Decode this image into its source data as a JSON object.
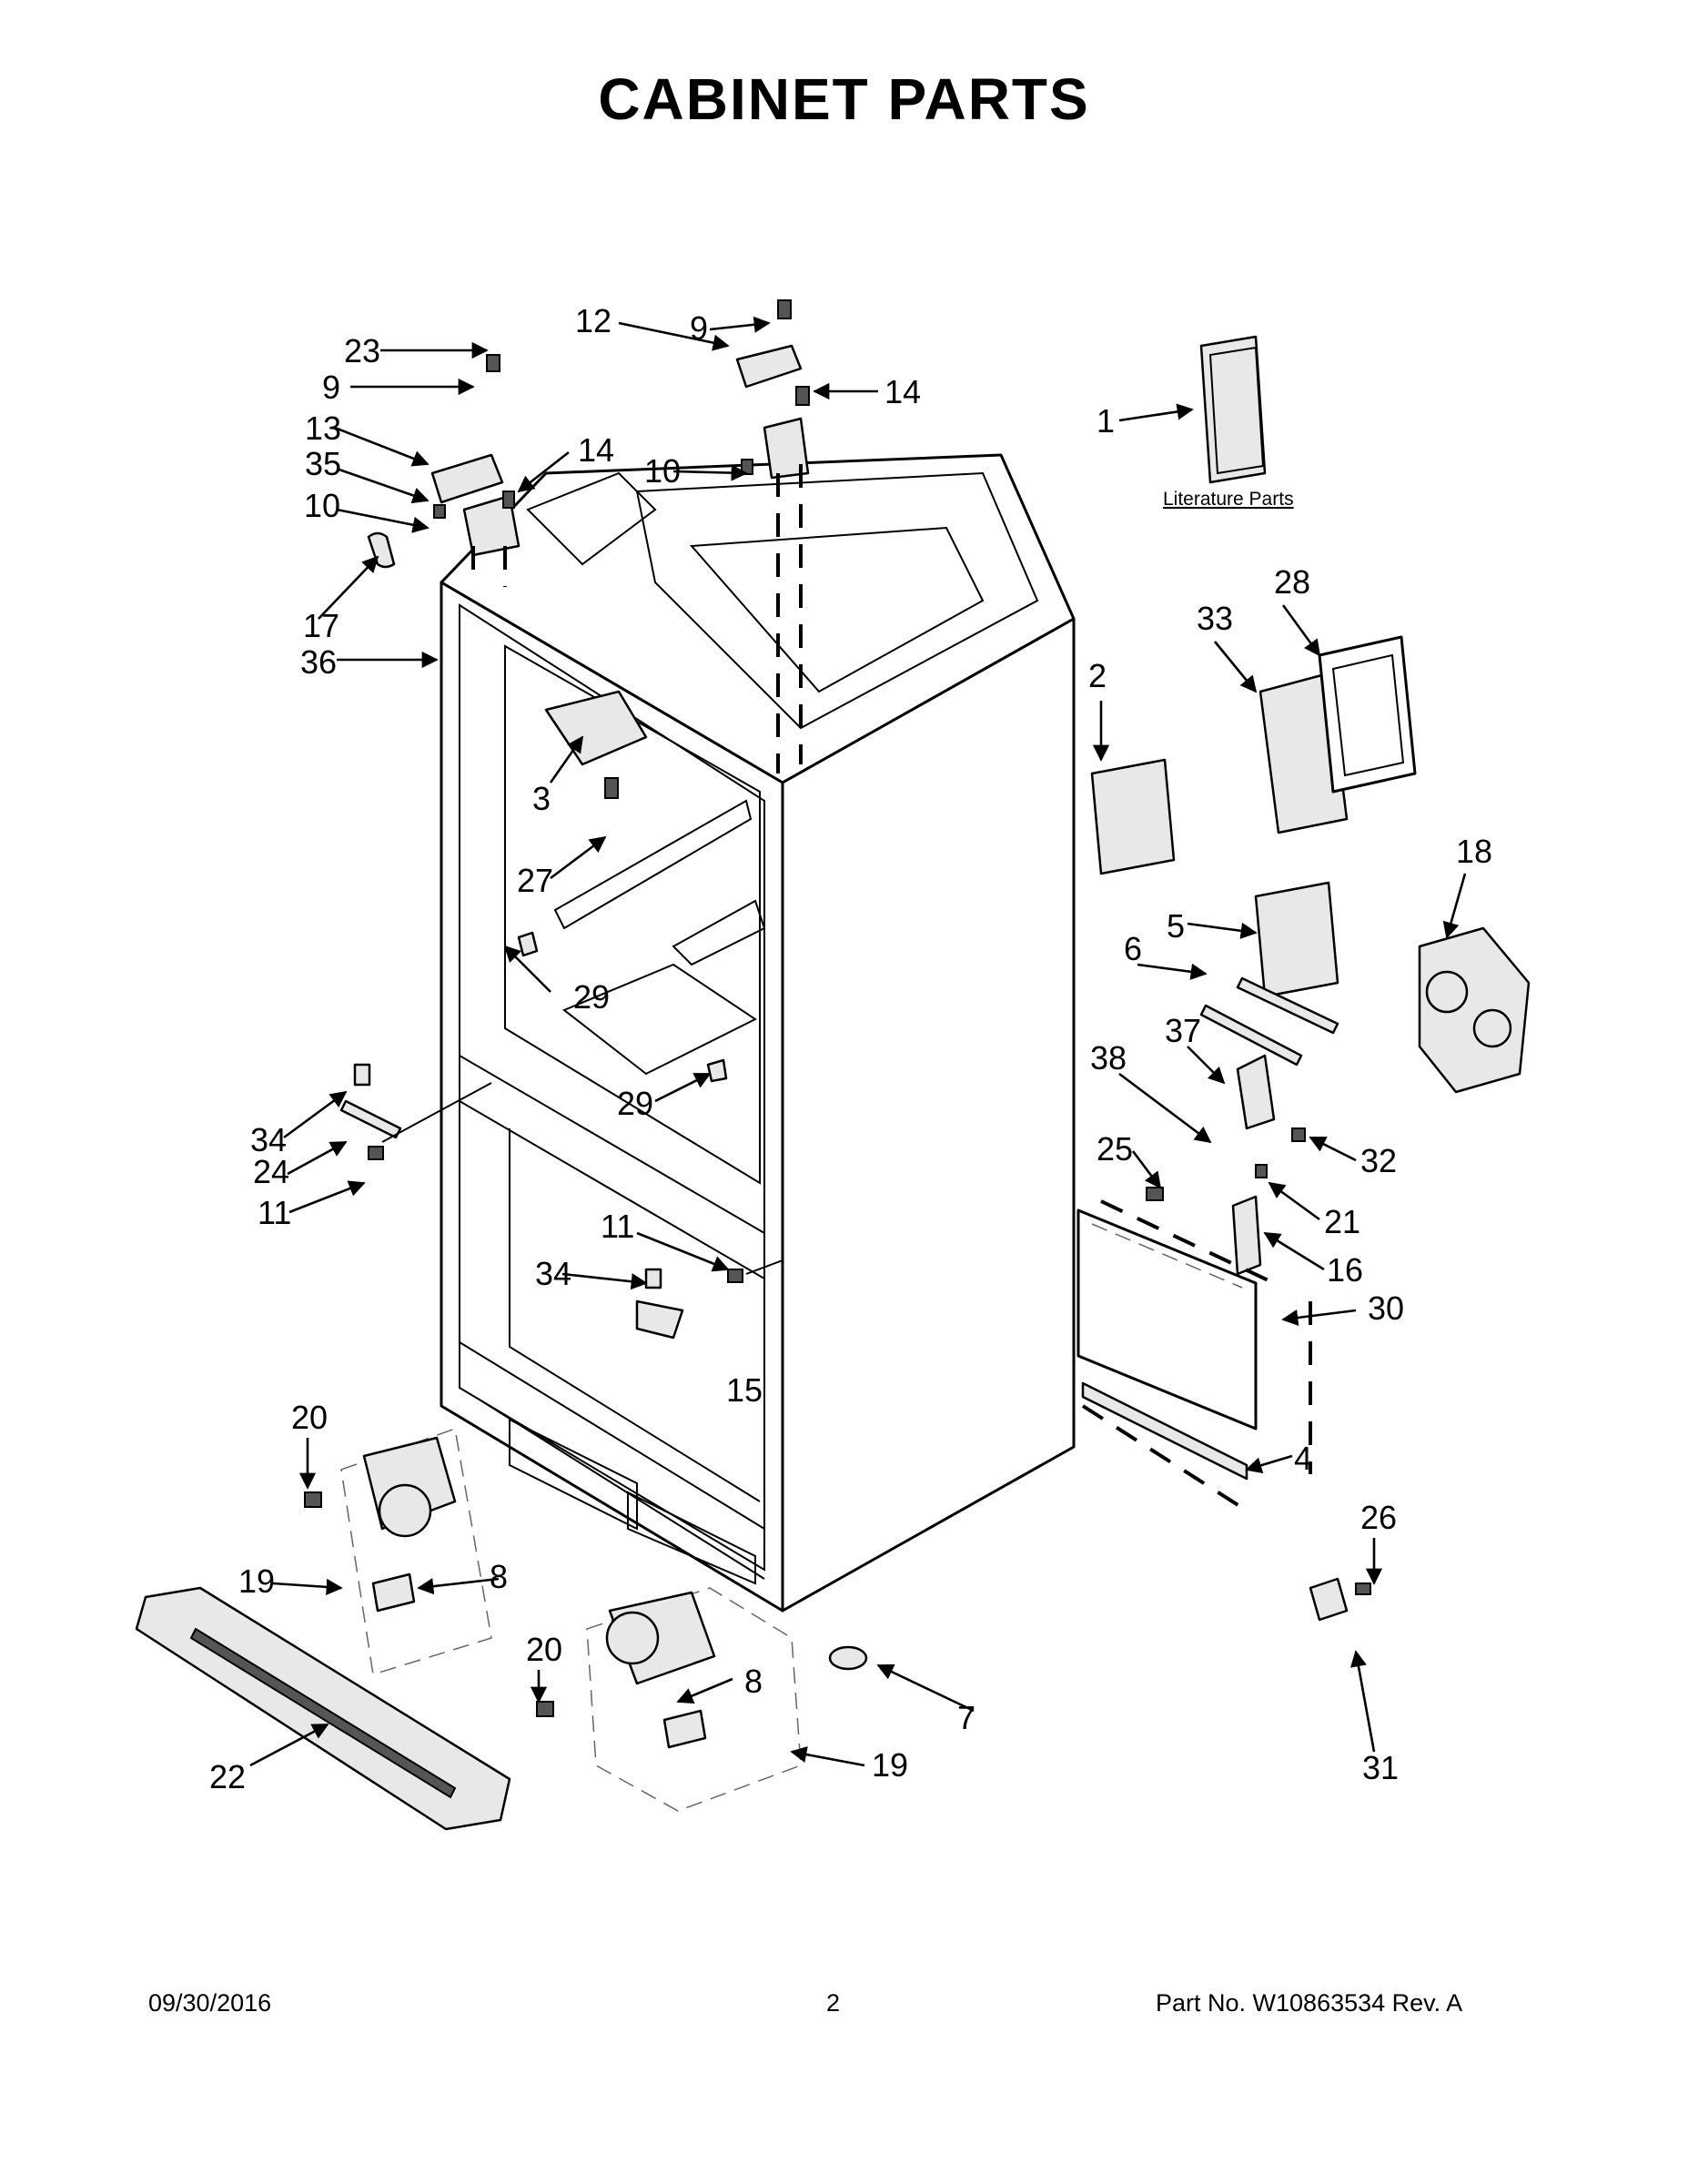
{
  "title": "CABINET PARTS",
  "literature_label": "Literature Parts",
  "callouts": {
    "c1": "1",
    "c2": "2",
    "c3": "3",
    "c4": "4",
    "c5": "5",
    "c6": "6",
    "c7": "7",
    "c8a": "8",
    "c8b": "8",
    "c9a": "9",
    "c9b": "9",
    "c10a": "10",
    "c10b": "10",
    "c11a": "11",
    "c11b": "11",
    "c12": "12",
    "c13": "13",
    "c14a": "14",
    "c14b": "14",
    "c15": "15",
    "c16": "16",
    "c17": "17",
    "c18": "18",
    "c19a": "19",
    "c19b": "19",
    "c20a": "20",
    "c20b": "20",
    "c21": "21",
    "c22": "22",
    "c23": "23",
    "c24": "24",
    "c25": "25",
    "c26": "26",
    "c27": "27",
    "c28": "28",
    "c29a": "29",
    "c29b": "29",
    "c30": "30",
    "c31": "31",
    "c32": "32",
    "c33": "33",
    "c34a": "34",
    "c34b": "34",
    "c35": "35",
    "c36": "36",
    "c37": "37",
    "c38": "38"
  },
  "footer": {
    "date": "09/30/2016",
    "page": "2",
    "part_no": "Part No.  W10863534  Rev.  A"
  }
}
